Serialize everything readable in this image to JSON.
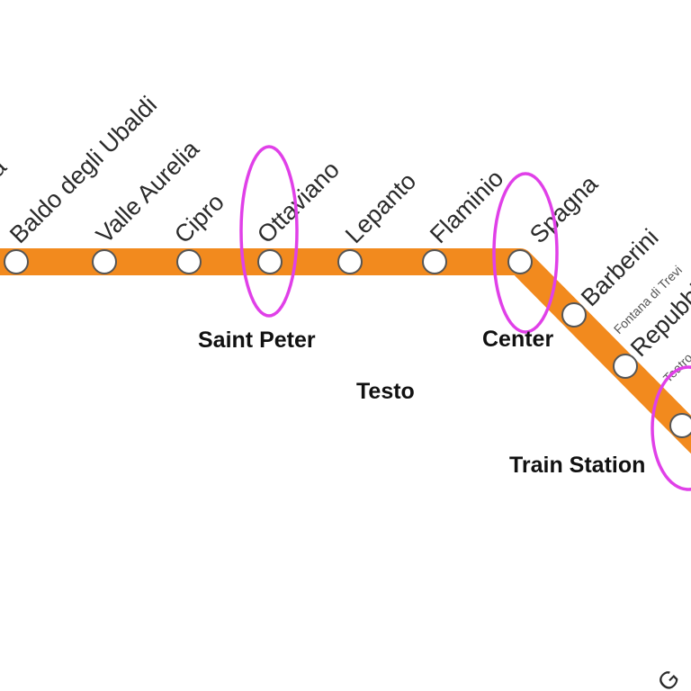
{
  "map": {
    "line_color": "#f28a1e",
    "highlight_color": "#e040e8",
    "stations": [
      {
        "id": "partial-left",
        "label": "a"
      },
      {
        "id": "baldo",
        "label": "Baldo degli Ubaldi"
      },
      {
        "id": "valle",
        "label": "Valle Aurelia"
      },
      {
        "id": "cipro",
        "label": "Cipro"
      },
      {
        "id": "ottaviano",
        "label": "Ottaviano"
      },
      {
        "id": "lepanto",
        "label": "Lepanto"
      },
      {
        "id": "flaminio",
        "label": "Flaminio"
      },
      {
        "id": "spagna",
        "label": "Spagna"
      },
      {
        "id": "barberini",
        "label": "Barberini"
      },
      {
        "id": "repubblica",
        "label": "Repubblica"
      },
      {
        "id": "termini",
        "label": ""
      }
    ],
    "barberini_sub": "Fontana di Trevi",
    "repubblica_sub": "Teatro",
    "bottom_partial": "G",
    "area_labels": {
      "saint_peter": "Saint Peter",
      "center": "Center",
      "train_station": "Train Station",
      "testo": "Testo"
    }
  }
}
